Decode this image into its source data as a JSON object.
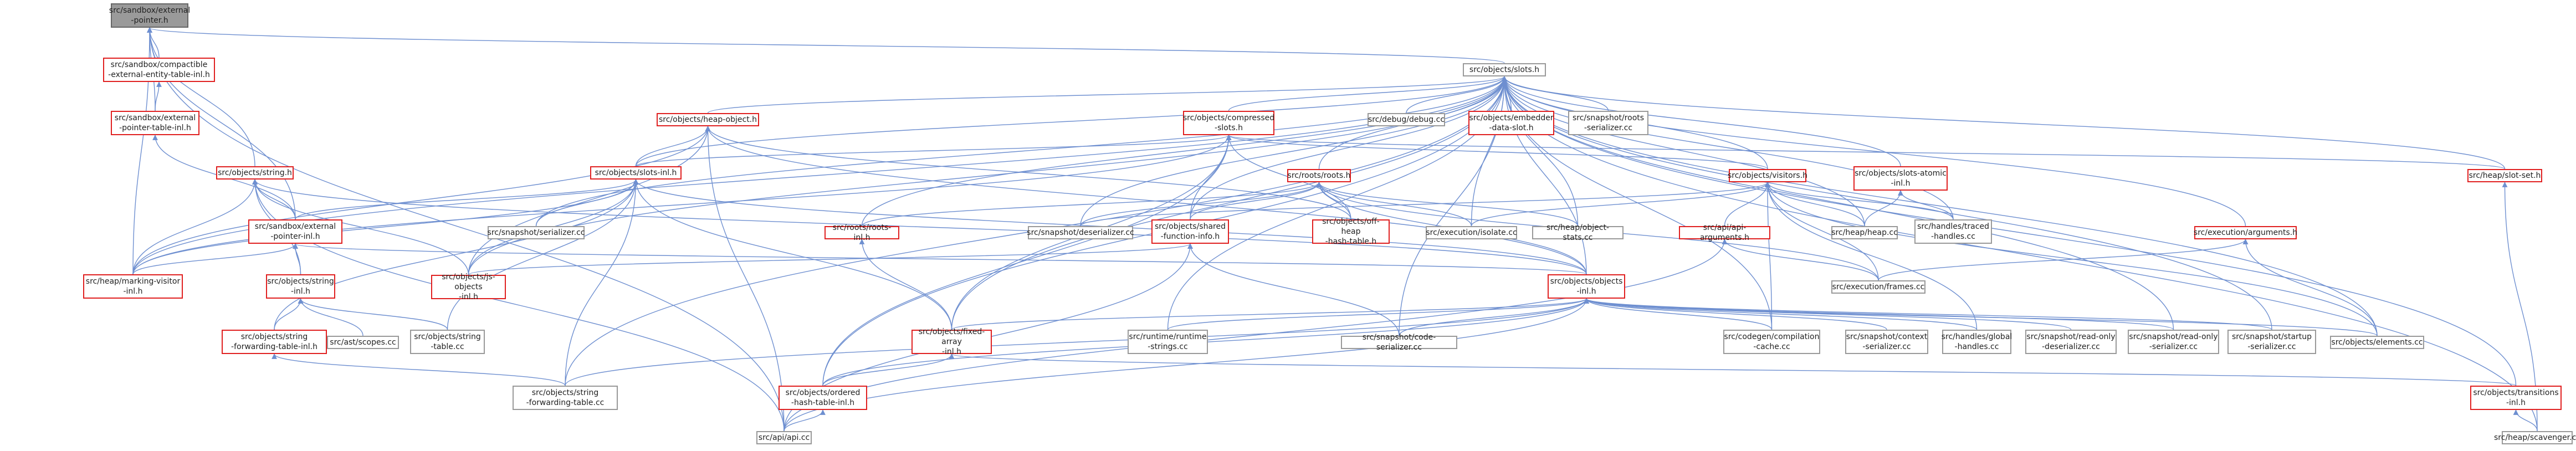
{
  "colors": {
    "edge": "#6e8fd0",
    "node_border_gray": "#999999",
    "node_border_red": "#e02020",
    "root_fill": "#9a9a9a"
  },
  "nodes": [
    {
      "id": "n0",
      "label": "src/sandbox/external\n-pointer.h",
      "kind": "root"
    },
    {
      "id": "n1",
      "label": "src/sandbox/compactible\n-external-entity-table-inl.h",
      "kind": "red"
    },
    {
      "id": "n2",
      "label": "src/sandbox/external\n-pointer-table-inl.h",
      "kind": "red"
    },
    {
      "id": "n3",
      "label": "src/objects/slots.h",
      "kind": "gray"
    },
    {
      "id": "n4",
      "label": "src/objects/string.h",
      "kind": "red"
    },
    {
      "id": "n5",
      "label": "src/sandbox/external\n-pointer-inl.h",
      "kind": "red"
    },
    {
      "id": "n6",
      "label": "src/heap/marking-visitor\n-inl.h",
      "kind": "red"
    },
    {
      "id": "n7",
      "label": "src/objects/string\n-inl.h",
      "kind": "red"
    },
    {
      "id": "n8",
      "label": "src/objects/string\n-forwarding-table-inl.h",
      "kind": "red"
    },
    {
      "id": "n9",
      "label": "src/ast/scopes.cc",
      "kind": "gray"
    },
    {
      "id": "n10",
      "label": "src/objects/string\n-table.cc",
      "kind": "gray"
    },
    {
      "id": "n11",
      "label": "src/objects/string\n-forwarding-table.cc",
      "kind": "gray"
    },
    {
      "id": "n12",
      "label": "src/api/api.cc",
      "kind": "gray"
    },
    {
      "id": "n13",
      "label": "src/objects/heap-object.h",
      "kind": "red"
    },
    {
      "id": "n14",
      "label": "src/objects/slots-inl.h",
      "kind": "red"
    },
    {
      "id": "n15",
      "label": "src/objects/js-objects\n-inl.h",
      "kind": "red"
    },
    {
      "id": "n16",
      "label": "src/snapshot/serializer.cc",
      "kind": "gray"
    },
    {
      "id": "n17",
      "label": "src/objects/compressed\n-slots.h",
      "kind": "red"
    },
    {
      "id": "n18",
      "label": "src/roots/roots-inl.h",
      "kind": "red"
    },
    {
      "id": "n19",
      "label": "src/roots/roots.h",
      "kind": "red"
    },
    {
      "id": "n20",
      "label": "src/snapshot/deserializer.cc",
      "kind": "gray"
    },
    {
      "id": "n21",
      "label": "src/objects/shared\n-function-info.h",
      "kind": "red"
    },
    {
      "id": "n22",
      "label": "src/objects/off-heap\n-hash-table.h",
      "kind": "red"
    },
    {
      "id": "n23",
      "label": "src/execution/isolate.cc",
      "kind": "gray"
    },
    {
      "id": "n24",
      "label": "src/heap/object-stats.cc",
      "kind": "gray"
    },
    {
      "id": "n25",
      "label": "src/debug/debug.cc",
      "kind": "gray"
    },
    {
      "id": "n26",
      "label": "src/objects/embedder\n-data-slot.h",
      "kind": "red"
    },
    {
      "id": "n27",
      "label": "src/snapshot/roots\n-serializer.cc",
      "kind": "gray"
    },
    {
      "id": "n28",
      "label": "src/objects/visitors.h",
      "kind": "red"
    },
    {
      "id": "n29",
      "label": "src/objects/slots-atomic\n-inl.h",
      "kind": "red"
    },
    {
      "id": "n30",
      "label": "src/api/api-arguments.h",
      "kind": "red"
    },
    {
      "id": "n31",
      "label": "src/heap/heap.cc",
      "kind": "gray"
    },
    {
      "id": "n32",
      "label": "src/handles/traced\n-handles.cc",
      "kind": "gray"
    },
    {
      "id": "n33",
      "label": "src/heap/slot-set.h",
      "kind": "red"
    },
    {
      "id": "n34",
      "label": "src/execution/arguments.h",
      "kind": "red"
    },
    {
      "id": "n35",
      "label": "src/execution/frames.cc",
      "kind": "gray"
    },
    {
      "id": "n36",
      "label": "src/objects/objects\n-inl.h",
      "kind": "red"
    },
    {
      "id": "n37",
      "label": "src/objects/fixed-array\n-inl.h",
      "kind": "red"
    },
    {
      "id": "n38",
      "label": "src/runtime/runtime\n-strings.cc",
      "kind": "gray"
    },
    {
      "id": "n39",
      "label": "src/snapshot/code-serializer.cc",
      "kind": "gray"
    },
    {
      "id": "n40",
      "label": "src/codegen/compilation\n-cache.cc",
      "kind": "gray"
    },
    {
      "id": "n41",
      "label": "src/snapshot/context\n-serializer.cc",
      "kind": "gray"
    },
    {
      "id": "n42",
      "label": "src/handles/global\n-handles.cc",
      "kind": "gray"
    },
    {
      "id": "n43",
      "label": "src/snapshot/read-only\n-deserializer.cc",
      "kind": "gray"
    },
    {
      "id": "n44",
      "label": "src/snapshot/read-only\n-serializer.cc",
      "kind": "gray"
    },
    {
      "id": "n45",
      "label": "src/snapshot/startup\n-serializer.cc",
      "kind": "gray"
    },
    {
      "id": "n46",
      "label": "src/objects/elements.cc",
      "kind": "gray"
    },
    {
      "id": "n47",
      "label": "src/objects/ordered\n-hash-table-inl.h",
      "kind": "red"
    },
    {
      "id": "n48",
      "label": "src/objects/transitions\n-inl.h",
      "kind": "red"
    },
    {
      "id": "n49",
      "label": "src/heap/scavenger.cc",
      "kind": "gray"
    }
  ],
  "edges": [
    [
      "n0",
      "n1"
    ],
    [
      "n0",
      "n2"
    ],
    [
      "n0",
      "n3"
    ],
    [
      "n0",
      "n4"
    ],
    [
      "n0",
      "n5"
    ],
    [
      "n0",
      "n6"
    ],
    [
      "n0",
      "n12"
    ],
    [
      "n1",
      "n2"
    ],
    [
      "n2",
      "n5"
    ],
    [
      "n3",
      "n13"
    ],
    [
      "n3",
      "n14"
    ],
    [
      "n3",
      "n17"
    ],
    [
      "n3",
      "n19"
    ],
    [
      "n3",
      "n25"
    ],
    [
      "n3",
      "n26"
    ],
    [
      "n3",
      "n27"
    ],
    [
      "n3",
      "n28"
    ],
    [
      "n3",
      "n29"
    ],
    [
      "n3",
      "n33"
    ],
    [
      "n3",
      "n34"
    ],
    [
      "n3",
      "n36"
    ],
    [
      "n3",
      "n48"
    ],
    [
      "n3",
      "n6"
    ],
    [
      "n3",
      "n15"
    ],
    [
      "n3",
      "n16"
    ],
    [
      "n3",
      "n18"
    ],
    [
      "n3",
      "n20"
    ],
    [
      "n3",
      "n21"
    ],
    [
      "n3",
      "n23"
    ],
    [
      "n3",
      "n24"
    ],
    [
      "n3",
      "n31"
    ],
    [
      "n3",
      "n32"
    ],
    [
      "n3",
      "n38"
    ],
    [
      "n3",
      "n39"
    ],
    [
      "n3",
      "n40"
    ],
    [
      "n3",
      "n44"
    ],
    [
      "n3",
      "n45"
    ],
    [
      "n3",
      "n46"
    ],
    [
      "n3",
      "n47"
    ],
    [
      "n3",
      "n11"
    ],
    [
      "n3",
      "n37"
    ],
    [
      "n3",
      "n49"
    ],
    [
      "n4",
      "n5"
    ],
    [
      "n4",
      "n6"
    ],
    [
      "n4",
      "n7"
    ],
    [
      "n4",
      "n15"
    ],
    [
      "n4",
      "n36"
    ],
    [
      "n4",
      "n12"
    ],
    [
      "n5",
      "n6"
    ],
    [
      "n5",
      "n7"
    ],
    [
      "n5",
      "n36"
    ],
    [
      "n7",
      "n8"
    ],
    [
      "n7",
      "n9"
    ],
    [
      "n7",
      "n10"
    ],
    [
      "n8",
      "n11"
    ],
    [
      "n13",
      "n14"
    ],
    [
      "n13",
      "n15"
    ],
    [
      "n13",
      "n6"
    ],
    [
      "n13",
      "n12"
    ],
    [
      "n13",
      "n36"
    ],
    [
      "n13",
      "n22"
    ],
    [
      "n14",
      "n5"
    ],
    [
      "n14",
      "n15"
    ],
    [
      "n14",
      "n8"
    ],
    [
      "n14",
      "n10"
    ],
    [
      "n14",
      "n11"
    ],
    [
      "n14",
      "n16"
    ],
    [
      "n14",
      "n36"
    ],
    [
      "n14",
      "n37"
    ],
    [
      "n14",
      "n6"
    ],
    [
      "n17",
      "n14"
    ],
    [
      "n17",
      "n21"
    ],
    [
      "n17",
      "n22"
    ],
    [
      "n17",
      "n37"
    ],
    [
      "n17",
      "n47"
    ],
    [
      "n17",
      "n28"
    ],
    [
      "n17",
      "n6"
    ],
    [
      "n17",
      "n33"
    ],
    [
      "n18",
      "n37"
    ],
    [
      "n19",
      "n18"
    ],
    [
      "n19",
      "n20"
    ],
    [
      "n19",
      "n21"
    ],
    [
      "n19",
      "n22"
    ],
    [
      "n19",
      "n23"
    ],
    [
      "n19",
      "n24"
    ],
    [
      "n19",
      "n36"
    ],
    [
      "n19",
      "n35"
    ],
    [
      "n21",
      "n12"
    ],
    [
      "n21",
      "n39"
    ],
    [
      "n21",
      "n15"
    ],
    [
      "n28",
      "n30"
    ],
    [
      "n28",
      "n31"
    ],
    [
      "n28",
      "n32"
    ],
    [
      "n28",
      "n23"
    ],
    [
      "n28",
      "n20"
    ],
    [
      "n28",
      "n35"
    ],
    [
      "n28",
      "n40"
    ],
    [
      "n28",
      "n42"
    ],
    [
      "n28",
      "n46"
    ],
    [
      "n29",
      "n31"
    ],
    [
      "n29",
      "n32"
    ],
    [
      "n30",
      "n12"
    ],
    [
      "n30",
      "n35"
    ],
    [
      "n33",
      "n49"
    ],
    [
      "n34",
      "n35"
    ],
    [
      "n34",
      "n46"
    ],
    [
      "n36",
      "n37"
    ],
    [
      "n36",
      "n38"
    ],
    [
      "n36",
      "n39"
    ],
    [
      "n36",
      "n40"
    ],
    [
      "n36",
      "n41"
    ],
    [
      "n36",
      "n42"
    ],
    [
      "n36",
      "n43"
    ],
    [
      "n36",
      "n44"
    ],
    [
      "n36",
      "n45"
    ],
    [
      "n36",
      "n46"
    ],
    [
      "n36",
      "n47"
    ],
    [
      "n36",
      "n11"
    ],
    [
      "n36",
      "n12"
    ],
    [
      "n37",
      "n47"
    ],
    [
      "n37",
      "n48"
    ],
    [
      "n47",
      "n12"
    ],
    [
      "n48",
      "n49"
    ]
  ]
}
